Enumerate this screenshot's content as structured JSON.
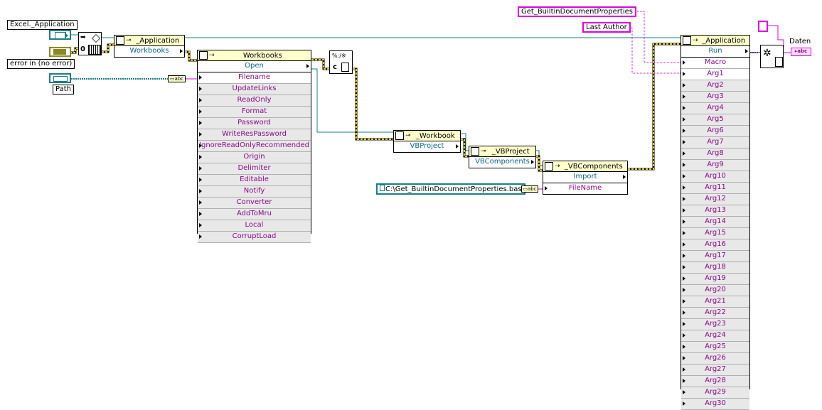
{
  "controls": {
    "excel_app_label": "Excel._Application",
    "error_in_label": "error in (no error)",
    "path_label": "Path",
    "daten_label": "Daten"
  },
  "constants": {
    "macro_name": "Get_BuiltinDocumentProperties",
    "last_author": "Last Author",
    "bas_path": "C:\\Get_BuiltinDocumentProperties.bas"
  },
  "nodes": {
    "application1": {
      "title": "_Application",
      "prop": "Workbooks"
    },
    "workbooks": {
      "title": "Workbooks",
      "method": "Open",
      "params": [
        "Filename",
        "UpdateLinks",
        "ReadOnly",
        "Format",
        "Password",
        "WriteResPassword",
        "IgnoreReadOnlyRecommended",
        "Origin",
        "Delimiter",
        "Editable",
        "Notify",
        "Converter",
        "AddToMru",
        "Local",
        "CorruptLoad"
      ]
    },
    "workbook": {
      "title": "_Workbook",
      "prop": "VBProject"
    },
    "vbproject": {
      "title": "_VBProject",
      "prop": "VBComponents"
    },
    "vbcomponents": {
      "title": "_VBComponents",
      "method": "Import",
      "params": [
        "FileName"
      ]
    },
    "application2": {
      "title": "_Application",
      "method": "Run",
      "params": [
        "Macro",
        "Arg1",
        "Arg2",
        "Arg3",
        "Arg4",
        "Arg5",
        "Arg6",
        "Arg7",
        "Arg8",
        "Arg9",
        "Arg10",
        "Arg11",
        "Arg12",
        "Arg13",
        "Arg14",
        "Arg15",
        "Arg16",
        "Arg17",
        "Arg18",
        "Arg19",
        "Arg20",
        "Arg21",
        "Arg22",
        "Arg23",
        "Arg24",
        "Arg25",
        "Arg26",
        "Arg27",
        "Arg28",
        "Arg29",
        "Arg30"
      ]
    }
  },
  "colors": {
    "ref_wire": "#1a8080",
    "error_wire": "#c8b400",
    "string_wire": "#e000e0",
    "node_header": "#ffffcc"
  }
}
